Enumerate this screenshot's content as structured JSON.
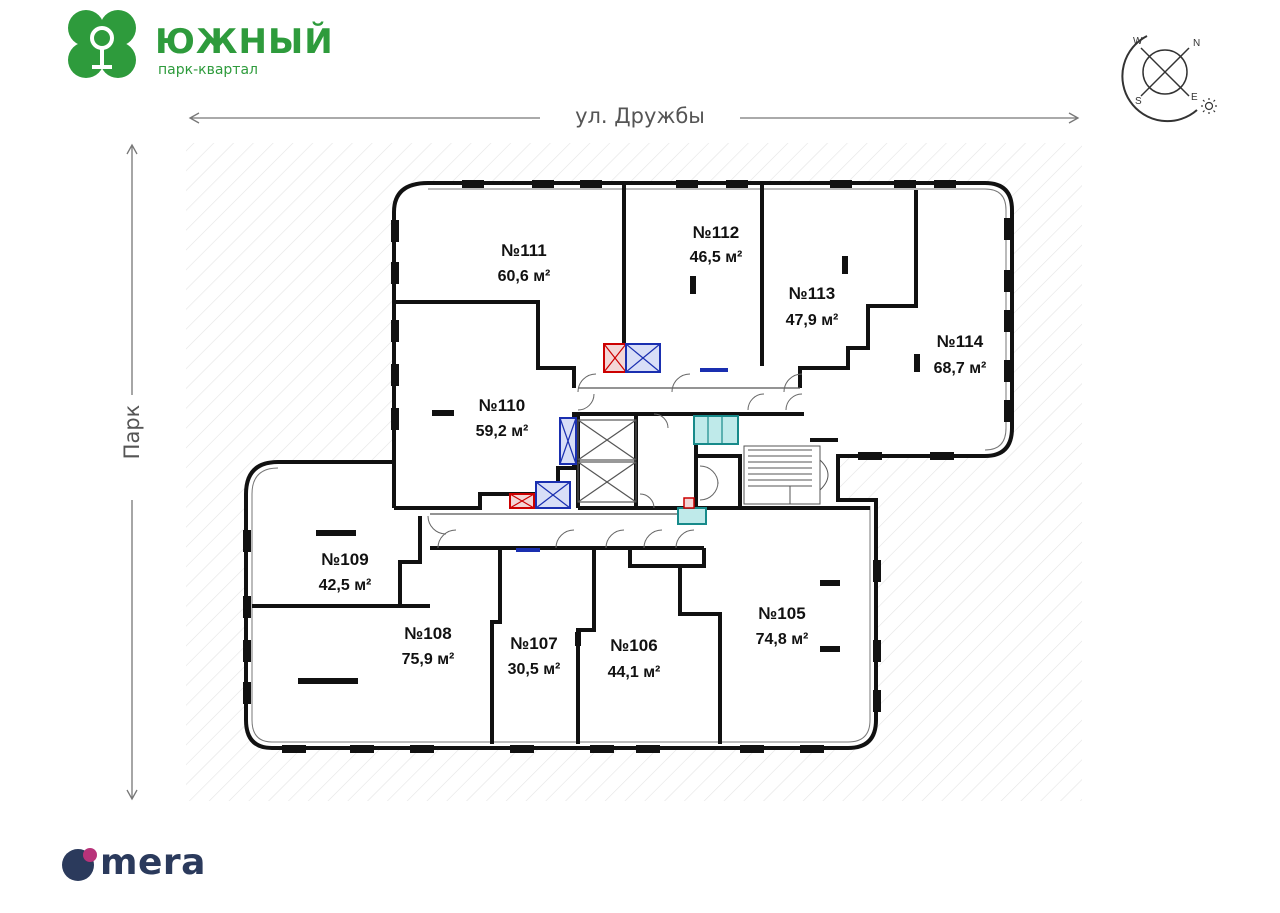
{
  "brand": {
    "name": "ЮЖНЫЙ",
    "subtitle": "парк-квартал",
    "color": "#2e9b3c"
  },
  "labels": {
    "street": "ул. Дружбы",
    "park": "Парк"
  },
  "compass": {
    "letters": [
      "N",
      "W",
      "S",
      "E"
    ],
    "icon": "compass-icon"
  },
  "units": [
    {
      "id": "111",
      "number": "№111",
      "area": "60,6 м²"
    },
    {
      "id": "112",
      "number": "№112",
      "area": "46,5 м²"
    },
    {
      "id": "113",
      "number": "№113",
      "area": "47,9 м²"
    },
    {
      "id": "114",
      "number": "№114",
      "area": "68,7 м²"
    },
    {
      "id": "110",
      "number": "№110",
      "area": "59,2 м²"
    },
    {
      "id": "109",
      "number": "№109",
      "area": "42,5 м²"
    },
    {
      "id": "108",
      "number": "№108",
      "area": "75,9 м²"
    },
    {
      "id": "107",
      "number": "№107",
      "area": "30,5 м²"
    },
    {
      "id": "106",
      "number": "№106",
      "area": "44,1 м²"
    },
    {
      "id": "105",
      "number": "№105",
      "area": "74,8 м²"
    }
  ],
  "watermark": {
    "name": "mera",
    "colors": [
      "#2b3a5c",
      "#b8337a"
    ]
  }
}
